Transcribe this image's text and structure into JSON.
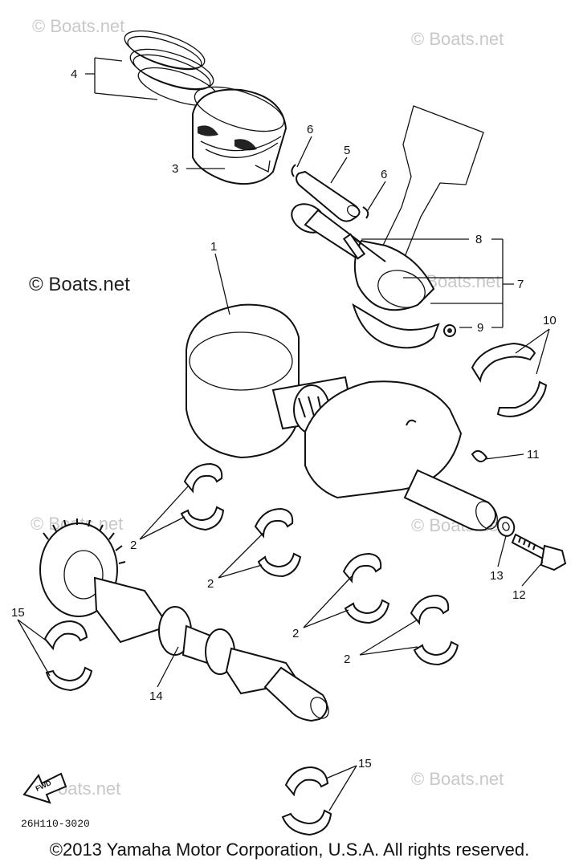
{
  "watermarks": {
    "text_light": "© Boats.net",
    "text_dark": "© Boats.net",
    "text_partial": "oats.net"
  },
  "callouts": {
    "c1": "1",
    "c2": "2",
    "c3": "3",
    "c4": "4",
    "c5": "5",
    "c6": "6",
    "c7": "7",
    "c8": "8",
    "c9": "9",
    "c10": "10",
    "c11": "11",
    "c12": "12",
    "c13": "13",
    "c14": "14",
    "c15": "15"
  },
  "fwd_label": "FWD",
  "diagram_code": "26H110-3020",
  "copyright": "©2013 Yamaha Motor Corporation, U.S.A. All rights reserved."
}
